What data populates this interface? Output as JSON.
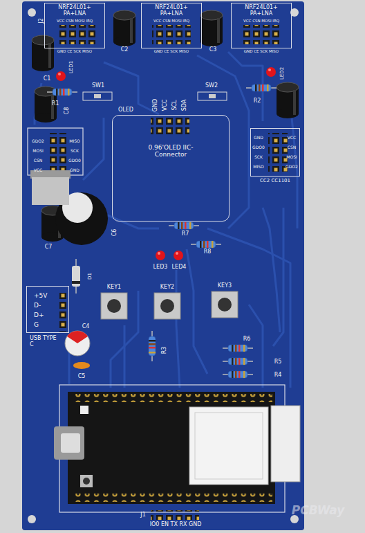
{
  "diagram": {
    "nodes": [
      {
        "text": [
          "NRF24L01+ PA+LNA",
          "VCC CSN MOSI IRQ",
          "GND CE SCK MISO"
        ]
      },
      {
        "text": [
          "NRF24L01+ PA+LNA",
          "VCC CSN MOSI IRQ",
          "GND CE SCK MISO"
        ]
      },
      {
        "text": [
          "NRF24L01+ PA+LNA",
          "VCC CSN MOSI IRQ",
          "GND CE SCK MISO"
        ]
      },
      {
        "text": [
          "OLED",
          "0.96'OLED IIC-Connector"
        ]
      },
      {
        "text": [
          "CC2 CC1101"
        ]
      },
      {
        "text": [
          "+5V",
          "D-",
          "D+",
          "G",
          "USB TYPE C"
        ]
      }
    ],
    "labels": [
      "J2",
      "C1",
      "LED1",
      "R1",
      "C8",
      "SW1",
      "C2",
      "C3",
      "SW2",
      "LED2",
      "R2",
      "GDO2",
      "MISO",
      "MOSI",
      "SCK",
      "CSN",
      "GDO0",
      "VCC",
      "GND",
      "GND",
      "VCC",
      "SCL",
      "SDA",
      "C7",
      "C6",
      "R7",
      "R8",
      "LED3",
      "LED4",
      "D1",
      "KEY1",
      "KEY2",
      "KEY3",
      "C4",
      "C5",
      "R3",
      "R6",
      "R5",
      "R4",
      "J1",
      "IO0 EN TX RX GND",
      "PCBWay",
      "GND",
      "VCC",
      "GDO0",
      "CSN",
      "SCK",
      "MOSI",
      "MISO",
      "GDO2"
    ]
  }
}
